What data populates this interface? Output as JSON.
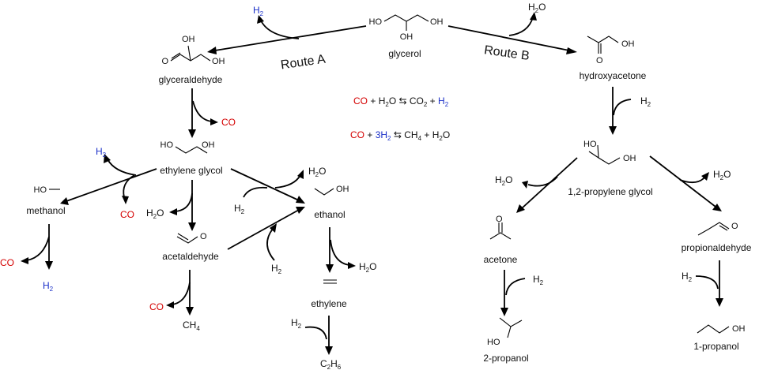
{
  "colors": {
    "co": "#d40000",
    "h2": "#1a2fc8",
    "ink": "#111111"
  },
  "routes": {
    "a": "Route A",
    "b": "Route B"
  },
  "compounds": {
    "glycerol": "glycerol",
    "glyceraldehyde": "glyceraldehyde",
    "hydroxyacetone": "hydroxyacetone",
    "ethylene_glycol": "ethylene  glycol",
    "methanol": "methanol",
    "ethanol": "ethanol",
    "acetaldehyde": "acetaldehyde",
    "ethylene": "ethylene",
    "propylene_glycol": "1,2-propylene  glycol",
    "acetone": "acetone",
    "propionaldehyde": "propionaldehyde",
    "propanol_2": "2-propanol",
    "propanol_1": "1-propanol"
  },
  "species": {
    "h2": "H",
    "h2o": "H",
    "co": "CO",
    "ch4": "CH",
    "c2h6": "C",
    "co2": "CO"
  },
  "subscripts": {
    "two": "2",
    "four": "4",
    "six": "6"
  },
  "symbols": {
    "plus": " + ",
    "equilibrium": " ⇆ ",
    "three": "3"
  },
  "groups": {
    "oh": "OH",
    "ho": "HO",
    "o": "O"
  }
}
